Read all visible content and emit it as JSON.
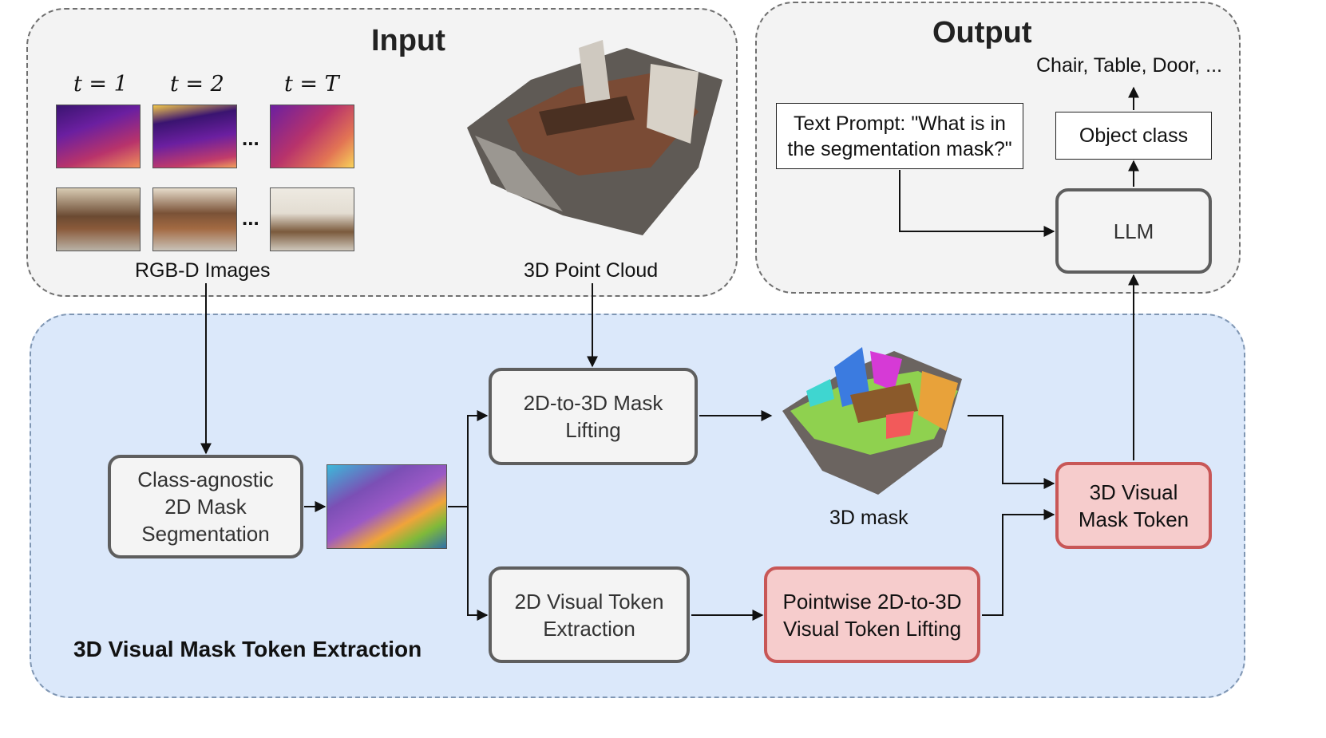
{
  "sections": {
    "input_title": "Input",
    "output_title": "Output",
    "extraction_title": "3D Visual Mask Token Extraction"
  },
  "input": {
    "time_labels": [
      "t = 1",
      "t = 2",
      "t = T"
    ],
    "ellipsis": "...",
    "rgbd_label": "RGB-D Images",
    "pointcloud_label": "3D Point Cloud"
  },
  "output": {
    "classes_text": "Chair, Table, Door, ...",
    "object_class": "Object class",
    "llm": "LLM",
    "prompt_line1": "Text Prompt: \"What is in",
    "prompt_line2": "the segmentation mask?\""
  },
  "pipeline": {
    "seg_line1": "Class-agnostic",
    "seg_line2": "2D Mask",
    "seg_line3": "Segmentation",
    "lifting_line1": "2D-to-3D Mask",
    "lifting_line2": "Lifting",
    "token_line1": "2D Visual Token",
    "token_line2": "Extraction",
    "pointwise_line1": "Pointwise 2D-to-3D",
    "pointwise_line2": "Visual Token Lifting",
    "mask_token_line1": "3D Visual",
    "mask_token_line2": "Mask Token",
    "mask3d_label": "3D mask"
  }
}
